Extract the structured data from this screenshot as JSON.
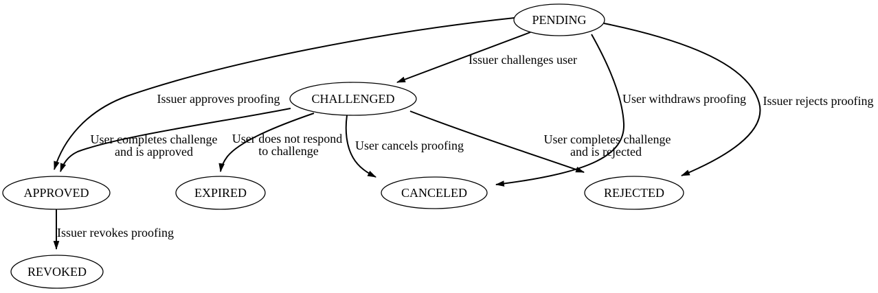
{
  "diagram": {
    "type": "state-machine",
    "background": "#ffffff",
    "stroke_color": "#000000",
    "text_color": "#000000",
    "nodes": [
      {
        "id": "pending",
        "label": "PENDING"
      },
      {
        "id": "challenged",
        "label": "CHALLENGED"
      },
      {
        "id": "approved",
        "label": "APPROVED"
      },
      {
        "id": "expired",
        "label": "EXPIRED"
      },
      {
        "id": "canceled",
        "label": "CANCELED"
      },
      {
        "id": "rejected",
        "label": "REJECTED"
      },
      {
        "id": "revoked",
        "label": "REVOKED"
      }
    ],
    "edges": [
      {
        "from": "PENDING",
        "to": "CHALLENGED",
        "lines": [
          "Issuer challenges user"
        ]
      },
      {
        "from": "PENDING",
        "to": "APPROVED",
        "lines": [
          "Issuer approves proofing"
        ]
      },
      {
        "from": "PENDING",
        "to": "CANCELED",
        "lines": [
          "User withdraws proofing"
        ]
      },
      {
        "from": "PENDING",
        "to": "REJECTED",
        "lines": [
          "Issuer rejects proofing"
        ]
      },
      {
        "from": "CHALLENGED",
        "to": "APPROVED",
        "lines": [
          "User completes challenge",
          "and is approved"
        ]
      },
      {
        "from": "CHALLENGED",
        "to": "EXPIRED",
        "lines": [
          "User does not respond",
          "to challenge"
        ]
      },
      {
        "from": "CHALLENGED",
        "to": "CANCELED",
        "lines": [
          "User cancels proofing"
        ]
      },
      {
        "from": "CHALLENGED",
        "to": "REJECTED",
        "lines": [
          "User completes challenge",
          "and is rejected"
        ]
      },
      {
        "from": "APPROVED",
        "to": "REVOKED",
        "lines": [
          "Issuer revokes proofing"
        ]
      }
    ]
  }
}
